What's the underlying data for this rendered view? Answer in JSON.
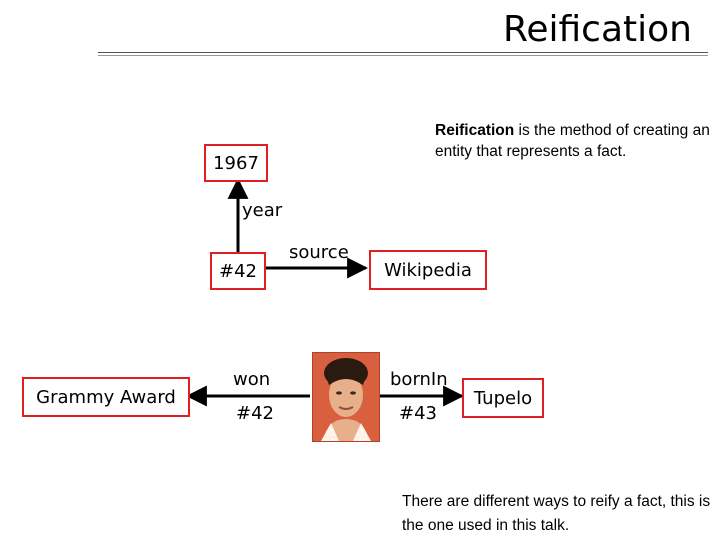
{
  "title": "Reification",
  "definition": {
    "term": "Reification",
    "text": " is the method of creating an entity that represents a fact."
  },
  "nodes": {
    "year_value": "1967",
    "statement_id": "#42",
    "source_value": "Wikipedia",
    "award": "Grammy Award",
    "birthplace": "Tupelo"
  },
  "edges": {
    "year": "year",
    "source": "source",
    "won": "won",
    "won_id": "#42",
    "born_in": "bornIn",
    "born_in_id": "#43"
  },
  "note": "There are different ways to reify a fact, this is the one used in this talk.",
  "colors": {
    "node_border": "#e02020",
    "edge": "#000000"
  }
}
